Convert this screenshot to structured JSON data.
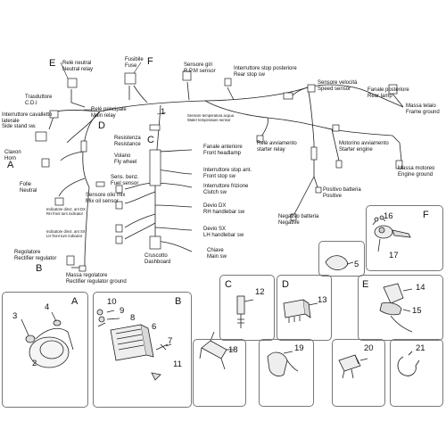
{
  "labels": {
    "trasduttore": [
      "Trasduttore",
      "C.D.I"
    ],
    "rele_neutral": [
      "Relè neutral",
      "Neutral relay"
    ],
    "fusibile": [
      "Fusibile",
      "Fuse"
    ],
    "sensore_giri": [
      "Sensore giri",
      "R.P.M sensor"
    ],
    "stop_posteriore": [
      "Interruttore stop posteriore",
      "Rear stop sw"
    ],
    "sensore_velocita": [
      "Sensore velocità",
      "Speed sensor"
    ],
    "fanale_posteriore": [
      "Fanale posteriore",
      "Rear lamp"
    ],
    "massa_telaio": [
      "Massa telaio",
      "Frame ground"
    ],
    "cavalletto": [
      "Interruttore cavalletto",
      "laterale",
      "Side stand sw."
    ],
    "rele_principale": [
      "Relè principale",
      "Main relay"
    ],
    "temp_sensor": [
      "Sensore temperatura acqua",
      "Water temperature sensor"
    ],
    "claxon": [
      "Claxon",
      "Horn"
    ],
    "resistenza": [
      "Resistenza",
      "Resistance"
    ],
    "volano": [
      "Volano",
      "Fly wheel"
    ],
    "rele_avviamento": [
      "Relè avviamento",
      "starter relay"
    ],
    "motorino": [
      "Motorino avviamento",
      "Starter engine"
    ],
    "massa_motore": [
      "Massa motoreo",
      "Engine ground"
    ],
    "fanale_anteriore": [
      "Fanale anteriore",
      "Front headlamp"
    ],
    "folle": [
      "Folle",
      "Neutral"
    ],
    "sens_benz": [
      "Sens. benz.",
      "Fuel sensor"
    ],
    "stop_ant": [
      "Interruttore stop ant.",
      "Front stop sw"
    ],
    "frizione": [
      "Interruttore frizione",
      "Clutch sw"
    ],
    "positivo_batt": [
      "Positivo batteria",
      "Positive"
    ],
    "olio_mix": [
      "Sensore olio mix",
      "Mix oil sensor"
    ],
    "ind_dx": [
      "Indicatore direz. ant DX",
      "RH front turn indicator"
    ],
    "devio_dx": [
      "Devio DX",
      "RH handlebar sw"
    ],
    "negativo_batt": [
      "Negativo batteria",
      "Negative"
    ],
    "ind_sx": [
      "Indicatore direz. ant SX",
      "LH front turn indicator"
    ],
    "devio_sx": [
      "Devio SX",
      "LH handlebar sw"
    ],
    "regolatore": [
      "Regolatore",
      "Rectifier regulator"
    ],
    "chiave": [
      "Chiave",
      "Main sw"
    ],
    "cruscotto": [
      "Cruscotto",
      "Dashboard"
    ],
    "massa_regolatore": [
      "Massa regolatore",
      "Rectifier regulator ground"
    ]
  },
  "letters": {
    "E_main": "E",
    "F_main": "F",
    "D_main": "D",
    "C_main": "C",
    "A_main": "A",
    "B_main": "B",
    "A_box": "A",
    "B_box": "B",
    "C_box": "C",
    "D_box": "D",
    "E_box": "E",
    "F_box": "F"
  },
  "numbers": {
    "n1": "1",
    "n2": "2",
    "n3": "3",
    "n4": "4",
    "n5": "5",
    "n6": "6",
    "n7": "7",
    "n8": "8",
    "n9": "9",
    "n10": "10",
    "n11": "11",
    "n12": "12",
    "n13": "13",
    "n14": "14",
    "n15": "15",
    "n16": "16",
    "n17": "17",
    "n18": "18",
    "n19": "19",
    "n20": "20",
    "n21": "21"
  },
  "colors": {
    "line": "#222222",
    "box_border": "#777777",
    "fill_grey": "#cfcfcf"
  }
}
